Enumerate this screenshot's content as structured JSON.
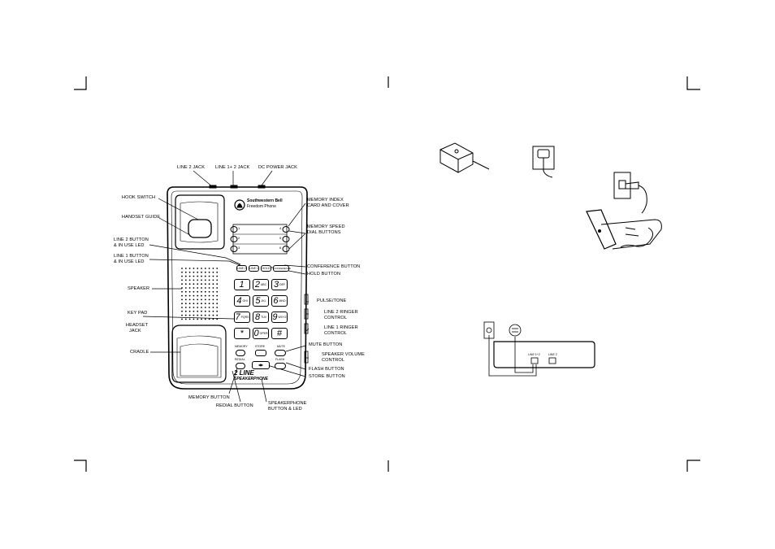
{
  "labels": {
    "line2_jack": "LINE 2 JACK",
    "line12_jack": "LINE 1+ 2 JACK",
    "dc_power_jack": "DC POWER JACK",
    "hook_switch": "HOOK SWITCH",
    "handset_guide": "HANDSET GUIDE",
    "line2_button_1": "LINE 2 BUTTON",
    "line2_button_2": "& IN USE LED",
    "line1_button_1": "LINE 1 BUTTON",
    "line1_button_2": "& IN USE LED",
    "speaker": "SPEAKER",
    "key_pad": "KEY PAD",
    "headset_jack_1": "HEADSET",
    "headset_jack_2": "JACK",
    "cradle": "CRADLE",
    "memory_button": "MEMORY BUTTON",
    "redial_button": "REDIAL BUTTON",
    "speakerphone_1": "SPEAKERPHONE",
    "speakerphone_2": "BUTTON & LED",
    "memory_index_1": "MEMORY INDEX",
    "memory_index_2": "CARD AND COVER",
    "memory_speed_1": "MEMORY SPEED",
    "memory_speed_2": "DIAL BUTTONS",
    "conference_button": "CONFERENCE BUTTON",
    "hold_button": "HOLD BUTTON",
    "pulse_tone": "PULSE/TONE",
    "line2_ringer_1": "LINE 2 RINGER",
    "line2_ringer_2": "CONTROL",
    "line1_ringer_1": "LINE 1 RINGER",
    "line1_ringer_2": "CONTROL",
    "mute_button": "MUTE BUTTON",
    "speaker_volume_1": "SPEAKER VOLUME",
    "speaker_volume_2": "CONTROL",
    "flash_button": "FLASH BUTTON",
    "store_button": "STORE BUTTON"
  },
  "brand": {
    "line1": "Southwestern Bell",
    "line2": "Freedom Phone"
  },
  "model": {
    "line1": "2 LINE",
    "line2": "SPEAKERPHONE"
  },
  "keys": [
    {
      "digit": "1",
      "sub": ""
    },
    {
      "digit": "2",
      "sub": "ABC"
    },
    {
      "digit": "3",
      "sub": "DEF"
    },
    {
      "digit": "4",
      "sub": "GHI"
    },
    {
      "digit": "5",
      "sub": "JKL"
    },
    {
      "digit": "6",
      "sub": "MNO"
    },
    {
      "digit": "7",
      "sub": "PQRS"
    },
    {
      "digit": "8",
      "sub": "TUV"
    },
    {
      "digit": "9",
      "sub": "WXYZ"
    },
    {
      "digit": "*",
      "sub": ""
    },
    {
      "digit": "0",
      "sub": "OPER"
    },
    {
      "digit": "#",
      "sub": ""
    }
  ],
  "function_buttons": {
    "line2": "LINE 2",
    "line1": "LINE 1",
    "hold": "HOLD",
    "conference": "CONFERENCE",
    "memory": "MEMORY",
    "store": "STORE",
    "mute": "MUTE",
    "redial": "REDIAL",
    "flash": "FLASH"
  },
  "speed_dial_numbers": [
    "1",
    "2",
    "3",
    "4",
    "5",
    "6"
  ],
  "back_panel": {
    "line12": "LINE 1+2",
    "line2": "LINE 2"
  }
}
